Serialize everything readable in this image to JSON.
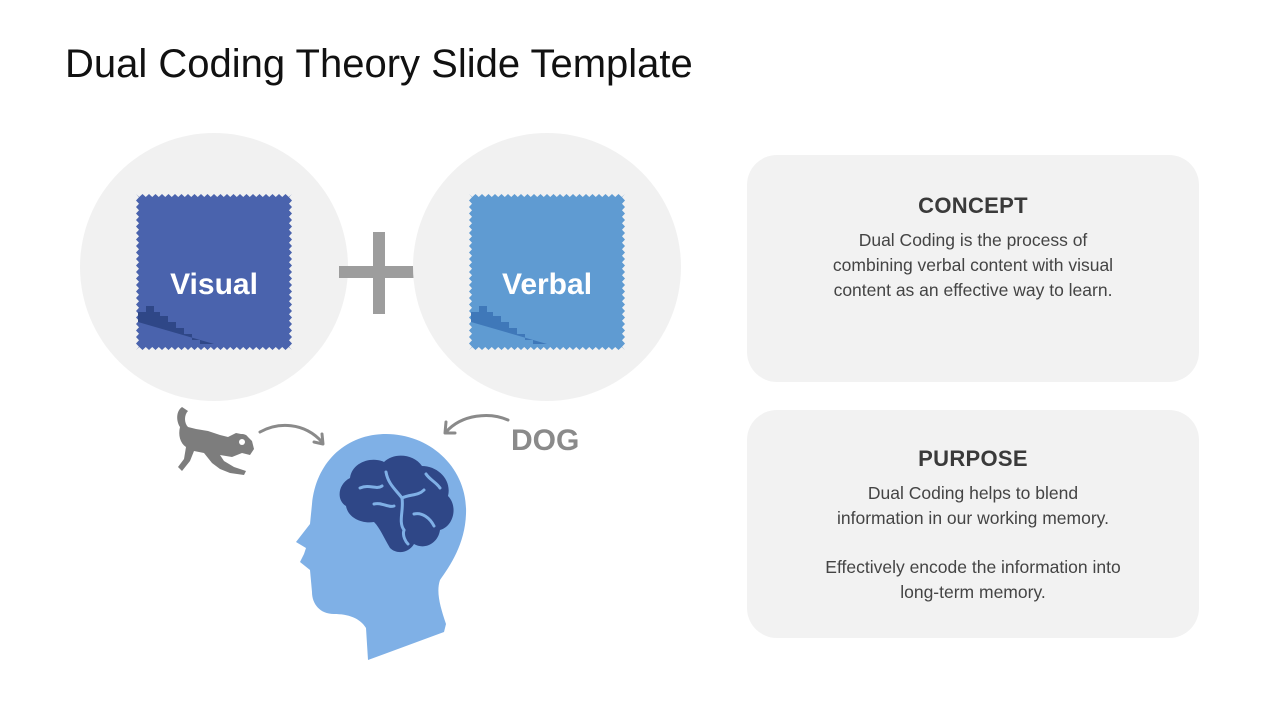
{
  "slide": {
    "title": "Dual Coding Theory Slide Template"
  },
  "diagram": {
    "visual_label": "Visual",
    "verbal_label": "Verbal",
    "dog_word": "DOG",
    "colors": {
      "visual": "#4a63ad",
      "verbal": "#5f9bd2",
      "head": "#7fb0e6",
      "brain": "#2f4787",
      "circle": "#f1f1f1",
      "gray": "#8a8a8a"
    },
    "icons": [
      "plus-icon",
      "dog-icon",
      "curved-arrow-icon",
      "head-icon",
      "brain-icon"
    ]
  },
  "cards": {
    "concept": {
      "heading": "CONCEPT",
      "lines": [
        "Dual Coding is the process of",
        "combining verbal content with visual",
        "content as an effective way to learn."
      ]
    },
    "purpose": {
      "heading": "PURPOSE",
      "lines": [
        "Dual Coding helps to blend",
        "information in our working memory."
      ],
      "lines2": [
        "Effectively encode the information into",
        "long-term memory."
      ]
    }
  }
}
